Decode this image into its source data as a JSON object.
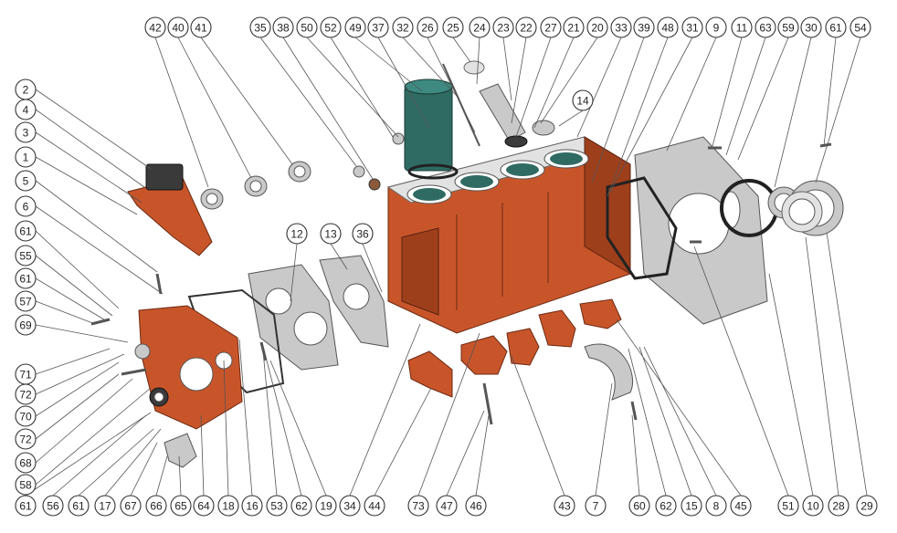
{
  "colors": {
    "block": "#c8552a",
    "gasket": "#c9c9c9",
    "liner": "#2f6b63",
    "outline": "#333333"
  },
  "callouts": {
    "top": [
      "42",
      "40",
      "41",
      "35",
      "38",
      "50",
      "52",
      "49",
      "37",
      "32",
      "26",
      "25",
      "24",
      "23",
      "22",
      "27",
      "21",
      "20",
      "33",
      "39",
      "48",
      "31",
      "9",
      "11",
      "63",
      "59",
      "30",
      "61",
      "54"
    ],
    "mid_14": "14",
    "left": [
      "2",
      "4",
      "3",
      "1",
      "5",
      "6",
      "61",
      "55",
      "61",
      "57",
      "69",
      "71",
      "72",
      "70",
      "72",
      "68",
      "58"
    ],
    "inner": [
      "12",
      "13",
      "36"
    ],
    "bottom": [
      "61",
      "56",
      "61",
      "17",
      "67",
      "66",
      "65",
      "64",
      "18",
      "16",
      "53",
      "62",
      "19",
      "34",
      "44",
      "73",
      "47",
      "46",
      "43",
      "7",
      "60",
      "62",
      "15",
      "8",
      "45",
      "51",
      "10",
      "28",
      "29"
    ]
  }
}
